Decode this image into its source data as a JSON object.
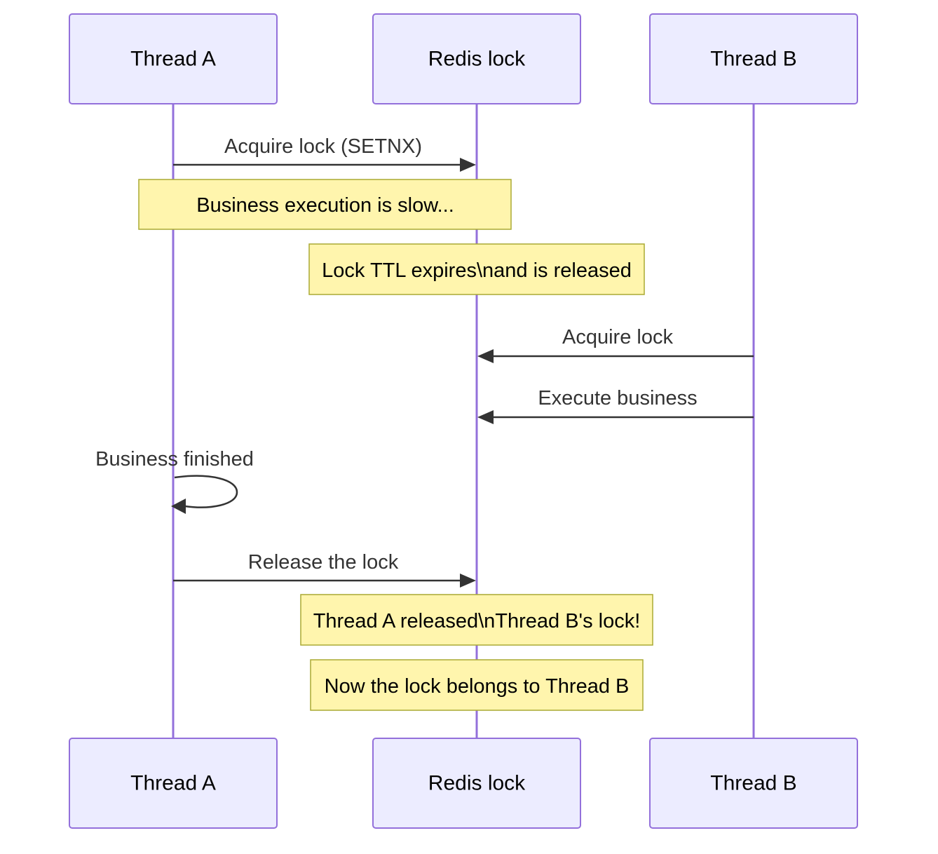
{
  "participants": {
    "thread_a": "Thread A",
    "redis_lock": "Redis lock",
    "thread_b": "Thread B"
  },
  "messages": {
    "acquire_setnx": "Acquire lock (SETNX)",
    "b_acquire": "Acquire lock",
    "b_execute": "Execute business",
    "a_finished": "Business finished",
    "a_release": "Release the lock"
  },
  "notes": {
    "slow": "Business execution is slow...",
    "ttl": "Lock TTL expires\\nand is released",
    "wrong_release": "Thread A released\\nThread B's lock!",
    "belongs": "Now the lock belongs to Thread B"
  },
  "colors": {
    "actor_fill": "#ececff",
    "actor_border": "#9370db",
    "note_fill": "#fff5ad",
    "note_border": "#aaaa33",
    "message_line": "#333333"
  }
}
